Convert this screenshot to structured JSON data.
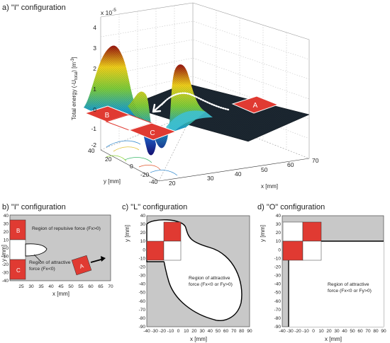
{
  "panels": {
    "a": {
      "title": "a) \"I\" configuration",
      "z_label": "Total energy (-U",
      "z_label_sub": "total",
      "z_label_end": ") [m",
      "z_label_sup": "-3",
      "z_label_close": "]",
      "scale_base": "x 10",
      "scale_exp": "-5",
      "z_ticks": [
        "4",
        "3",
        "2",
        "1",
        "0",
        "-1",
        "-2"
      ],
      "x_label": "x [mm]",
      "x_ticks": [
        "20",
        "30",
        "40",
        "50",
        "60",
        "70"
      ],
      "y_label": "y [mm]",
      "y_ticks": [
        "40",
        "20",
        "0",
        "-20",
        "-40"
      ],
      "magnet_labels": [
        "B",
        "C",
        "A"
      ]
    },
    "b": {
      "title": "b) \"I\" configuration",
      "x_label": "x [mm]",
      "y_label": "y [mm]",
      "x_ticks": [
        "25",
        "30",
        "35",
        "40",
        "45",
        "50",
        "55",
        "60",
        "65",
        "70"
      ],
      "y_ticks": [
        "40",
        "30",
        "20",
        "10",
        "0",
        "-10",
        "-20",
        "-30",
        "-40"
      ],
      "repulsive_text": "Region of repulsive force (Fx>0)",
      "attractive_text": [
        "Region of attractive",
        "force (Fx<0)"
      ],
      "magnet_labels": [
        "B",
        "C",
        "A"
      ]
    },
    "c": {
      "title": "c) \"L\" configuration",
      "x_label": "x [mm]",
      "y_label": "y [mm]",
      "x_ticks": [
        "-40",
        "-30",
        "-20",
        "-10",
        "0",
        "10",
        "20",
        "30",
        "40",
        "50",
        "60",
        "70",
        "80",
        "90"
      ],
      "y_ticks": [
        "40",
        "30",
        "20",
        "10",
        "0",
        "-10",
        "-20",
        "-30",
        "-40",
        "-50",
        "-60",
        "-70",
        "-80",
        "-90"
      ],
      "attractive_text": [
        "Region of attractive",
        "force (Fx<0 or Fy>0)"
      ]
    },
    "d": {
      "title": "d) \"O\" configuration",
      "x_label": "x [mm]",
      "y_label": "y [mm]",
      "x_ticks": [
        "-40",
        "-30",
        "-20",
        "-10",
        "0",
        "10",
        "20",
        "30",
        "40",
        "50",
        "60",
        "70",
        "80",
        "90"
      ],
      "y_ticks": [
        "40",
        "30",
        "20",
        "10",
        "0",
        "-10",
        "-20",
        "-30",
        "-40",
        "-50",
        "-60",
        "-70",
        "-80",
        "-90"
      ],
      "attractive_text": [
        "Region of attractive",
        "force (Fx<0 or Fy>0)"
      ]
    }
  },
  "colors": {
    "magnet_red": "#e03a32",
    "region_gray": "#c8c8c8",
    "surface_dark": "#1b2630"
  }
}
